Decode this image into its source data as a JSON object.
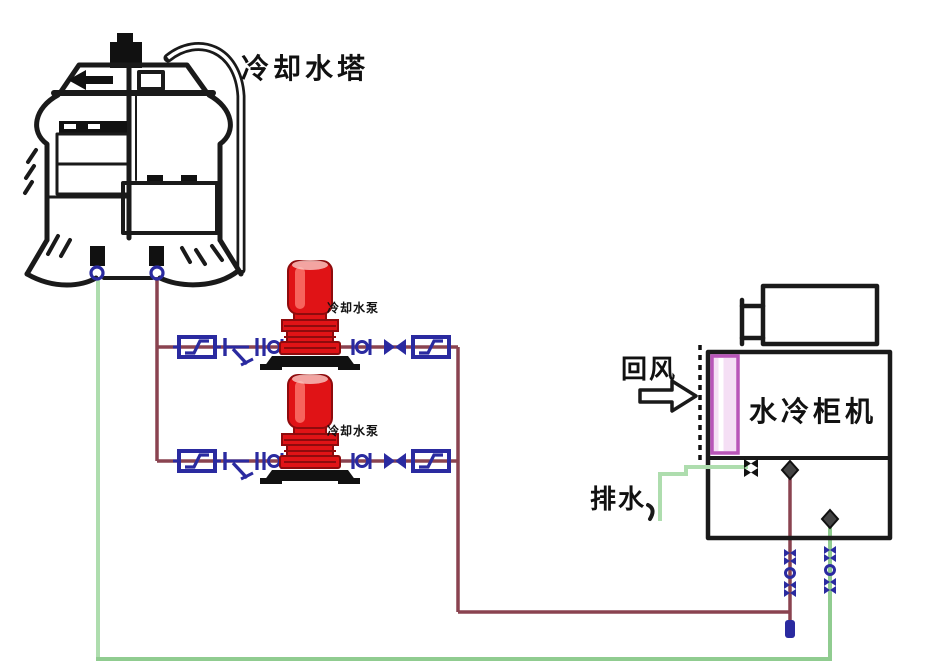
{
  "labels": {
    "cooling_tower": "冷却水塔",
    "chiller_unit": "水冷柜机",
    "return_air": "回风",
    "drain": "排水",
    "pump_top": "冷却水泵",
    "pump_bottom": "冷却水泵"
  },
  "colors": {
    "pipe-red": "#8a4350",
    "pipe-green": "#90cc90",
    "pipe-green-light": "#aeddae",
    "pump-red": "#e01316",
    "pump-red-dark": "#8e0b0d",
    "valve-navy": "#2a2aa0",
    "filter-magenta": "#b855b8",
    "filter-fill": "#f5dff5",
    "ink": "#1a1a1a"
  }
}
